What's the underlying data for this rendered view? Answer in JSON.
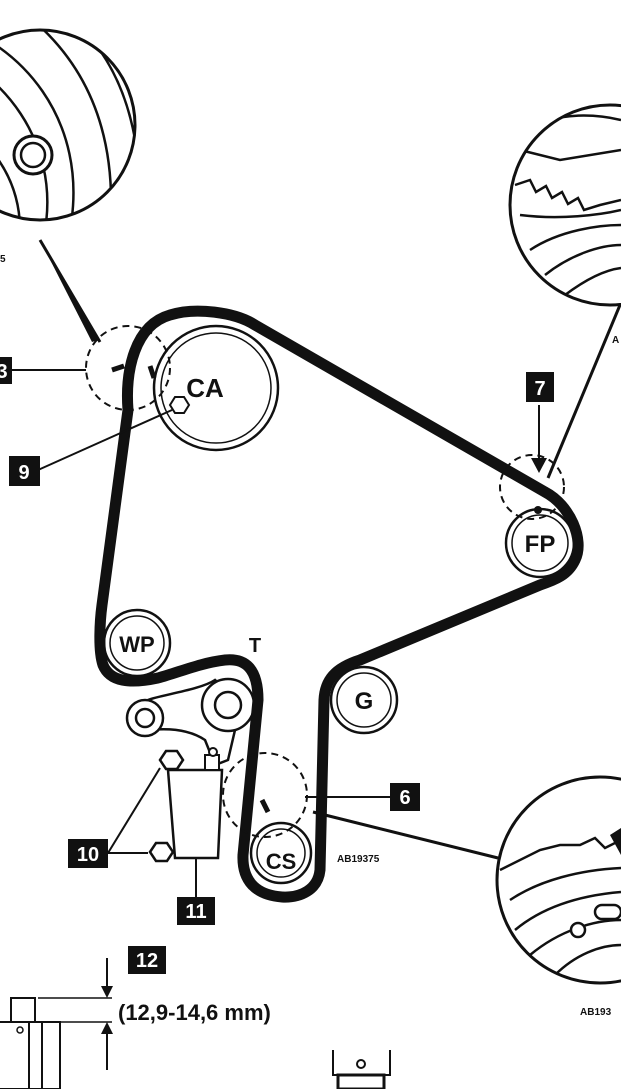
{
  "pulleys": {
    "camshaft": "CA",
    "fuel_pump": "FP",
    "water_pump": "WP",
    "guide": "G",
    "crankshaft": "CS",
    "tensioner": "T"
  },
  "callouts": {
    "c3": "3",
    "c6": "6",
    "c7": "7",
    "c9": "9",
    "c10": "10",
    "c11": "11",
    "c12": "12"
  },
  "measurement": "(12,9-14,6 mm)",
  "refs": {
    "main": "AB19375",
    "bottom_right": "AB193",
    "top_left": "5",
    "top_right": "A"
  }
}
